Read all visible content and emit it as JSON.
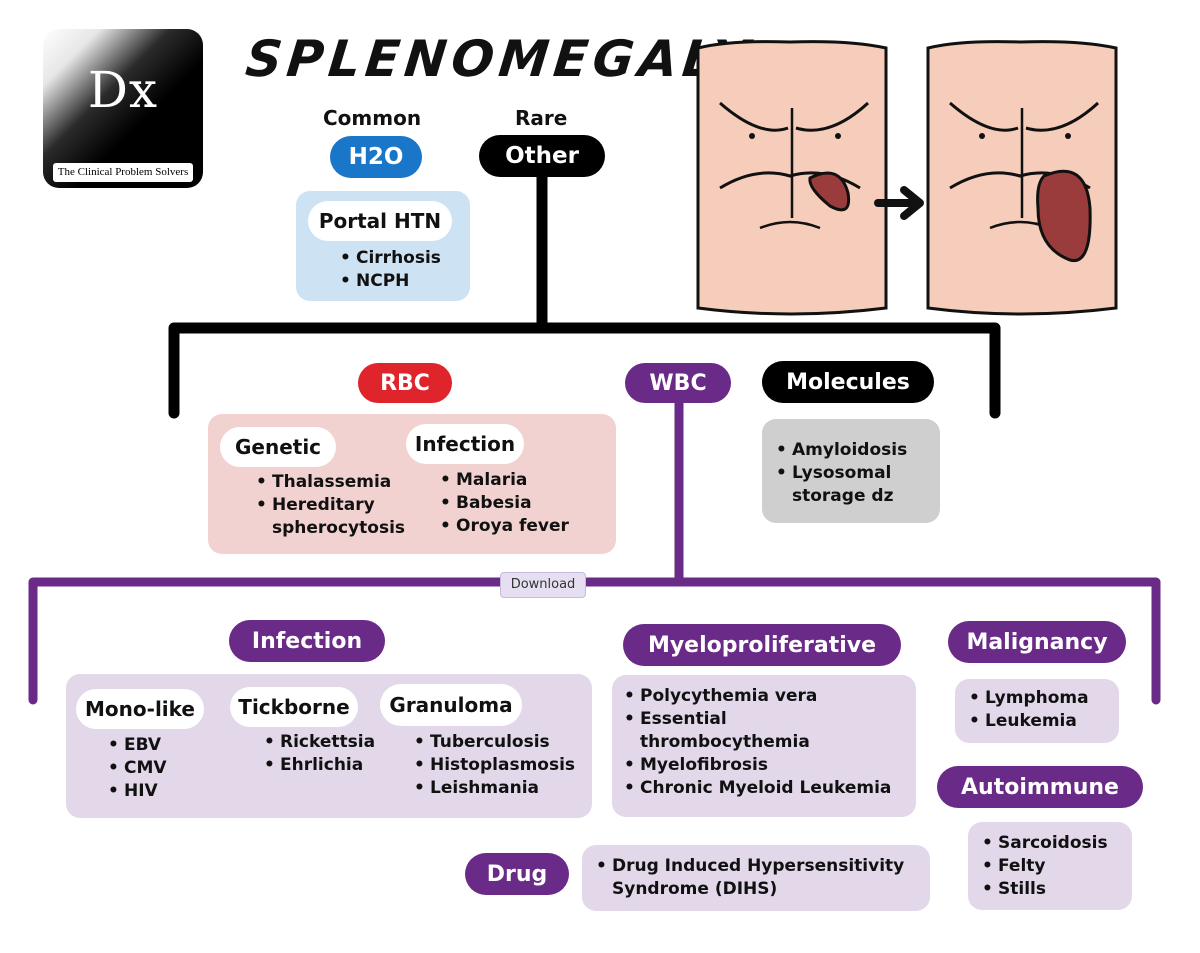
{
  "logo": {
    "initials": "Dx",
    "subtitle": "The Clinical Problem Solvers"
  },
  "title": "SPLENOMEGALY",
  "top": {
    "common_label": "Common",
    "rare_label": "Rare",
    "h2o": "H2O",
    "other": "Other",
    "portal": {
      "title": "Portal HTN",
      "items": [
        "Cirrhosis",
        "NCPH"
      ]
    }
  },
  "mid": {
    "rbc": "RBC",
    "wbc": "WBC",
    "molecules": "Molecules",
    "genetic": {
      "title": "Genetic",
      "items": [
        "Thalassemia",
        "Hereditary spherocytosis"
      ]
    },
    "infection": {
      "title": "Infection",
      "items": [
        "Malaria",
        "Babesia",
        "Oroya fever"
      ]
    },
    "molecule_items": [
      "Amyloidosis",
      "Lysosomal storage dz"
    ]
  },
  "download_label": "Download",
  "bottom": {
    "infection": "Infection",
    "mono": {
      "title": "Mono-like",
      "items": [
        "EBV",
        "CMV",
        "HIV"
      ]
    },
    "tick": {
      "title": "Tickborne",
      "items": [
        "Rickettsia",
        "Ehrlichia"
      ]
    },
    "gran": {
      "title": "Granuloma",
      "items": [
        "Tuberculosis",
        "Histoplasmosis",
        "Leishmania"
      ]
    },
    "myelo": {
      "title": "Myeloproliferative",
      "items": [
        "Polycythemia vera",
        "Essential thrombocythemia",
        "Myelofibrosis",
        "Chronic Myeloid Leukemia"
      ]
    },
    "malig": {
      "title": "Malignancy",
      "items": [
        "Lymphoma",
        "Leukemia"
      ]
    },
    "auto": {
      "title": "Autoimmune",
      "items": [
        "Sarcoidosis",
        "Felty",
        "Stills"
      ]
    },
    "drug": {
      "title": "Drug",
      "items": [
        "Drug Induced Hypersensitivity Syndrome (DIHS)"
      ]
    }
  },
  "colors": {
    "h2o": "#1a76c9",
    "rbc": "#e0242b",
    "wbc": "#6a2a87",
    "black": "#000000"
  }
}
